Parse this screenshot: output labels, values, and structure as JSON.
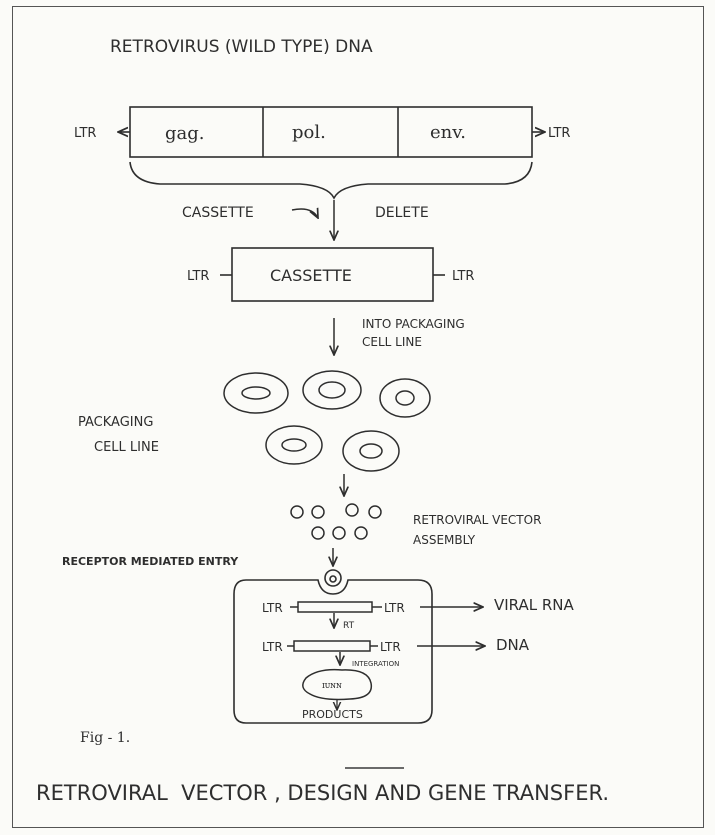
{
  "title": "RETROVIRUS (WILD TYPE) DNA",
  "genome": {
    "ltr_left": "LTR",
    "ltr_right": "LTR",
    "genes": [
      "gag.",
      "pol.",
      "env."
    ]
  },
  "cassette_step": {
    "cassette_label": "CASSETTE",
    "delete_label": "DELETE"
  },
  "cassette_construct": {
    "ltr_left": "LTR",
    "ltr_right": "LTR",
    "label": "CASSETTE"
  },
  "packaging_step": {
    "line1": "INTO PACKAGING",
    "line2": "CELL LINE"
  },
  "packaging_cells": {
    "line1": "PACKAGING",
    "line2": "CELL LINE"
  },
  "vector_assembly": {
    "line1": "RETROVIRAL VECTOR",
    "line2": "ASSEMBLY"
  },
  "entry_label": "RECEPTOR MEDIATED ENTRY",
  "cell": {
    "ltr": "LTR",
    "rt_label": "RT",
    "integration_label": "INTEGRATION",
    "nucleus_text": "ɪᴜɴɴ",
    "products_label": "PRODUCTS"
  },
  "outputs": {
    "viral_rna": "VIRAL RNA",
    "dna": "DNA"
  },
  "fig_label": "Fig - 1.",
  "caption": "RETROVIRAL  VECTOR , DESIGN AND GENE TRANSFER."
}
